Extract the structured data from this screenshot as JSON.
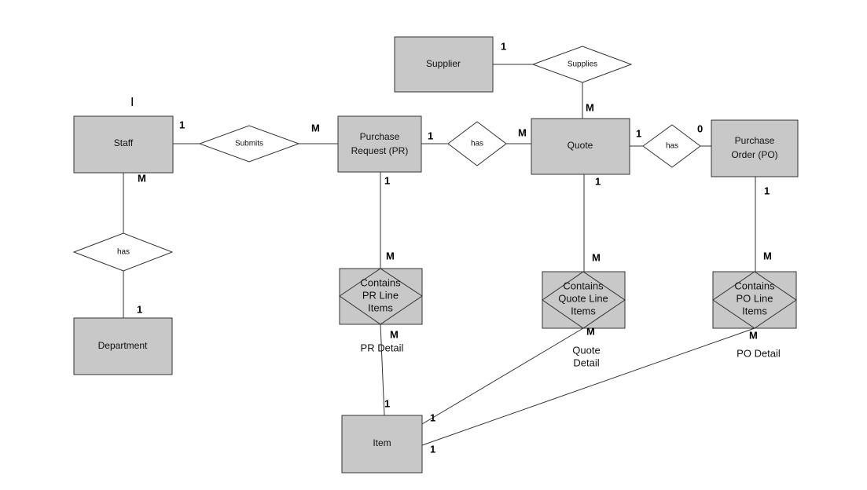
{
  "entities": {
    "supplier": "Supplier",
    "staff": "Staff",
    "purchase_request": [
      "Purchase",
      "Request (PR)"
    ],
    "quote": "Quote",
    "purchase_order": [
      "Purchase",
      "Order (PO)"
    ],
    "department": "Department",
    "item": "Item"
  },
  "relationships": {
    "supplies": "Supplies",
    "submits": "Submits",
    "pr_has_quote": "has",
    "quote_has_po": "has",
    "staff_has_department": "has"
  },
  "associative_entities": {
    "pr_line": [
      "Contains",
      "PR Line",
      "Items"
    ],
    "quote_line": [
      "Contains",
      "Quote Line",
      "Items"
    ],
    "po_line": [
      "Contains",
      "PO Line",
      "Items"
    ]
  },
  "detail_labels": {
    "pr_detail": "PR Detail",
    "quote_detail": [
      "Quote",
      "Detail"
    ],
    "po_detail": "PO Detail"
  },
  "cardinalities": {
    "supplier_supplies": "1",
    "supplies_quote": "M",
    "staff_submits": "1",
    "submits_pr": "M",
    "pr_has": "1",
    "has_quote": "M",
    "quote_has": "1",
    "has_po": "0",
    "staff_bottom": "M",
    "has_department": "1",
    "pr_bottom": "1",
    "pr_line_top": "M",
    "pr_line_bottom": "M",
    "quote_bottom": "1",
    "quote_line_top": "M",
    "quote_line_bottom": "M",
    "po_bottom": "1",
    "po_line_top": "M",
    "po_line_bottom": "M",
    "item_top": "1",
    "item_quote": "1",
    "item_po": "1"
  },
  "stray_mark": "I",
  "colors": {
    "box_fill": "#c8c8c8",
    "box_stroke": "#333333",
    "line": "#333333",
    "diamond_fill": "#ffffff"
  }
}
